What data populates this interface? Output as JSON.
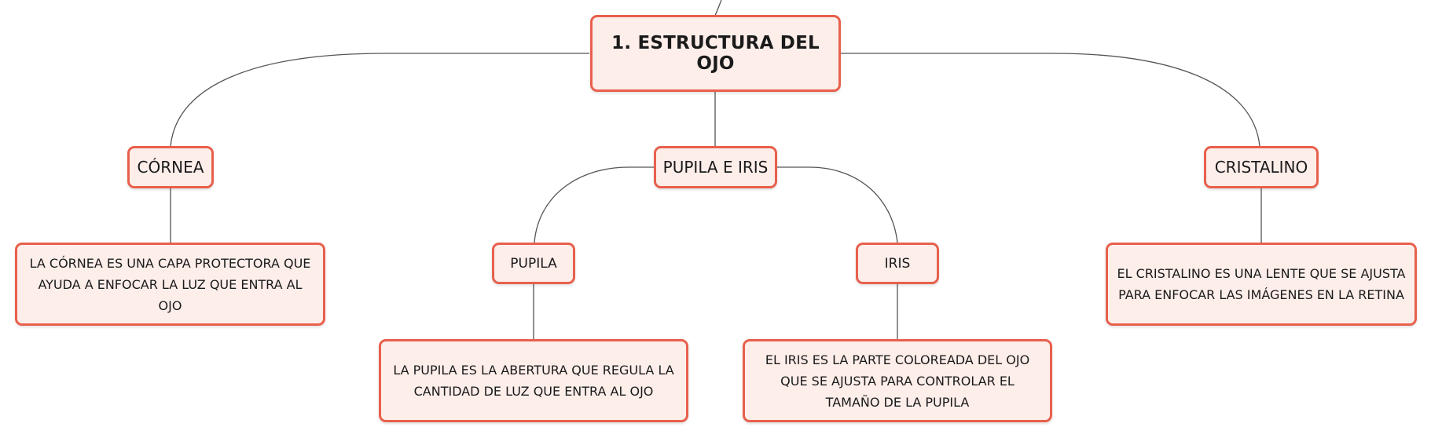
{
  "colors": {
    "node_fill": "#fdeeea",
    "node_border": "#e8604c",
    "connector": "#555555",
    "text": "#1a1a1a"
  },
  "root": {
    "label": "1. ESTRUCTURA DEL OJO"
  },
  "topics": {
    "cornea": {
      "label": "CÓRNEA",
      "description": "LA CÓRNEA ES UNA CAPA PROTECTORA QUE AYUDA A ENFOCAR LA LUZ QUE ENTRA AL OJO"
    },
    "pupila_iris": {
      "label": "PUPILA E IRIS",
      "pupila": {
        "label": "PUPILA",
        "description": "LA PUPILA ES LA ABERTURA QUE REGULA LA CANTIDAD DE LUZ QUE ENTRA AL OJO"
      },
      "iris": {
        "label": "IRIS",
        "description": "EL IRIS ES LA PARTE COLOREADA DEL OJO QUE SE AJUSTA PARA CONTROLAR EL TAMAÑO DE LA PUPILA"
      }
    },
    "cristalino": {
      "label": "CRISTALINO",
      "description": "EL CRISTALINO ES UNA LENTE QUE SE AJUSTA PARA ENFOCAR LAS IMÁGENES EN LA RETINA"
    }
  }
}
